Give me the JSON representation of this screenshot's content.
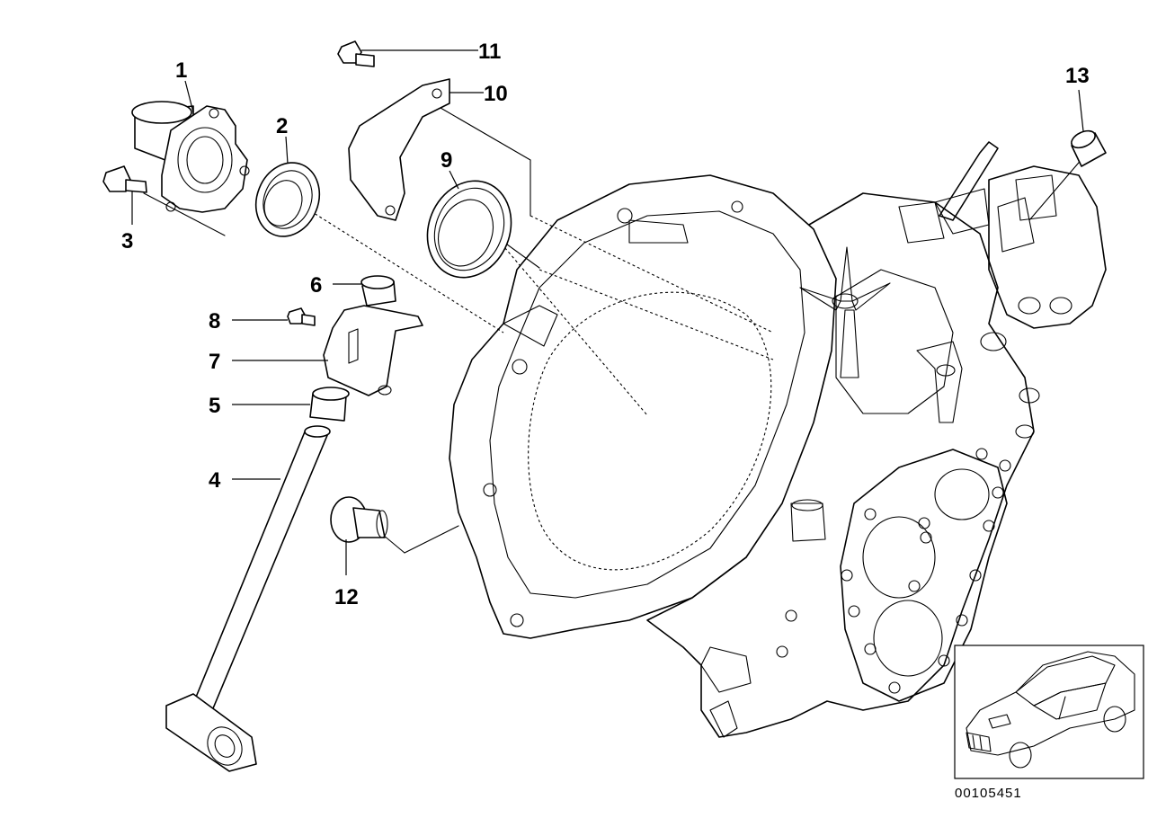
{
  "diagram": {
    "callouts": [
      {
        "id": "1",
        "label": "1"
      },
      {
        "id": "2",
        "label": "2"
      },
      {
        "id": "3",
        "label": "3"
      },
      {
        "id": "4",
        "label": "4"
      },
      {
        "id": "5",
        "label": "5"
      },
      {
        "id": "6",
        "label": "6"
      },
      {
        "id": "7",
        "label": "7"
      },
      {
        "id": "8",
        "label": "8"
      },
      {
        "id": "9",
        "label": "9"
      },
      {
        "id": "10",
        "label": "10"
      },
      {
        "id": "11",
        "label": "11"
      },
      {
        "id": "12",
        "label": "12"
      },
      {
        "id": "13",
        "label": "13"
      }
    ],
    "document_number": "00105451"
  }
}
